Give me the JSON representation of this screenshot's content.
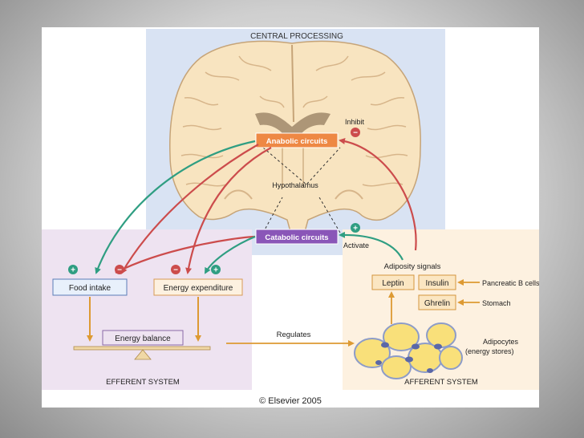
{
  "diagram": {
    "central_label": "CENTRAL PROCESSING",
    "inhibit_label": "Inhibit",
    "activate_label": "Activate",
    "anabolic_label": "Anabolic circuits",
    "catabolic_label": "Catabolic circuits",
    "hypothalamus_label": "Hypothalamus",
    "food_intake_label": "Food intake",
    "energy_expenditure_label": "Energy expenditure",
    "energy_balance_label": "Energy balance",
    "efferent_label": "EFFERENT SYSTEM",
    "afferent_label": "AFFERENT SYSTEM",
    "regulates_label": "Regulates",
    "adiposity_label": "Adiposity signals",
    "leptin_label": "Leptin",
    "insulin_label": "Insulin",
    "ghrelin_label": "Ghrelin",
    "pancreatic_label": "Pancreatic B cells",
    "stomach_label": "Stomach",
    "adipocytes_label": "Adipocytes",
    "energy_stores_label": "(energy stores)",
    "plus_sign": "+",
    "minus_sign": "−",
    "copyright": "© Elsevier 2005"
  },
  "colors": {
    "central_panel": "#d9e3f3",
    "efferent_panel": "#eee3f1",
    "afferent_panel": "#fdf1e0",
    "anabolic": "#ee8844",
    "catabolic": "#8a56b8",
    "green_arrow": "#2f9e82",
    "red_arrow": "#cc4c4c",
    "orange_arrow": "#dd9a33",
    "brain": "#f8e4c0",
    "brain_outline": "#c6a478"
  }
}
